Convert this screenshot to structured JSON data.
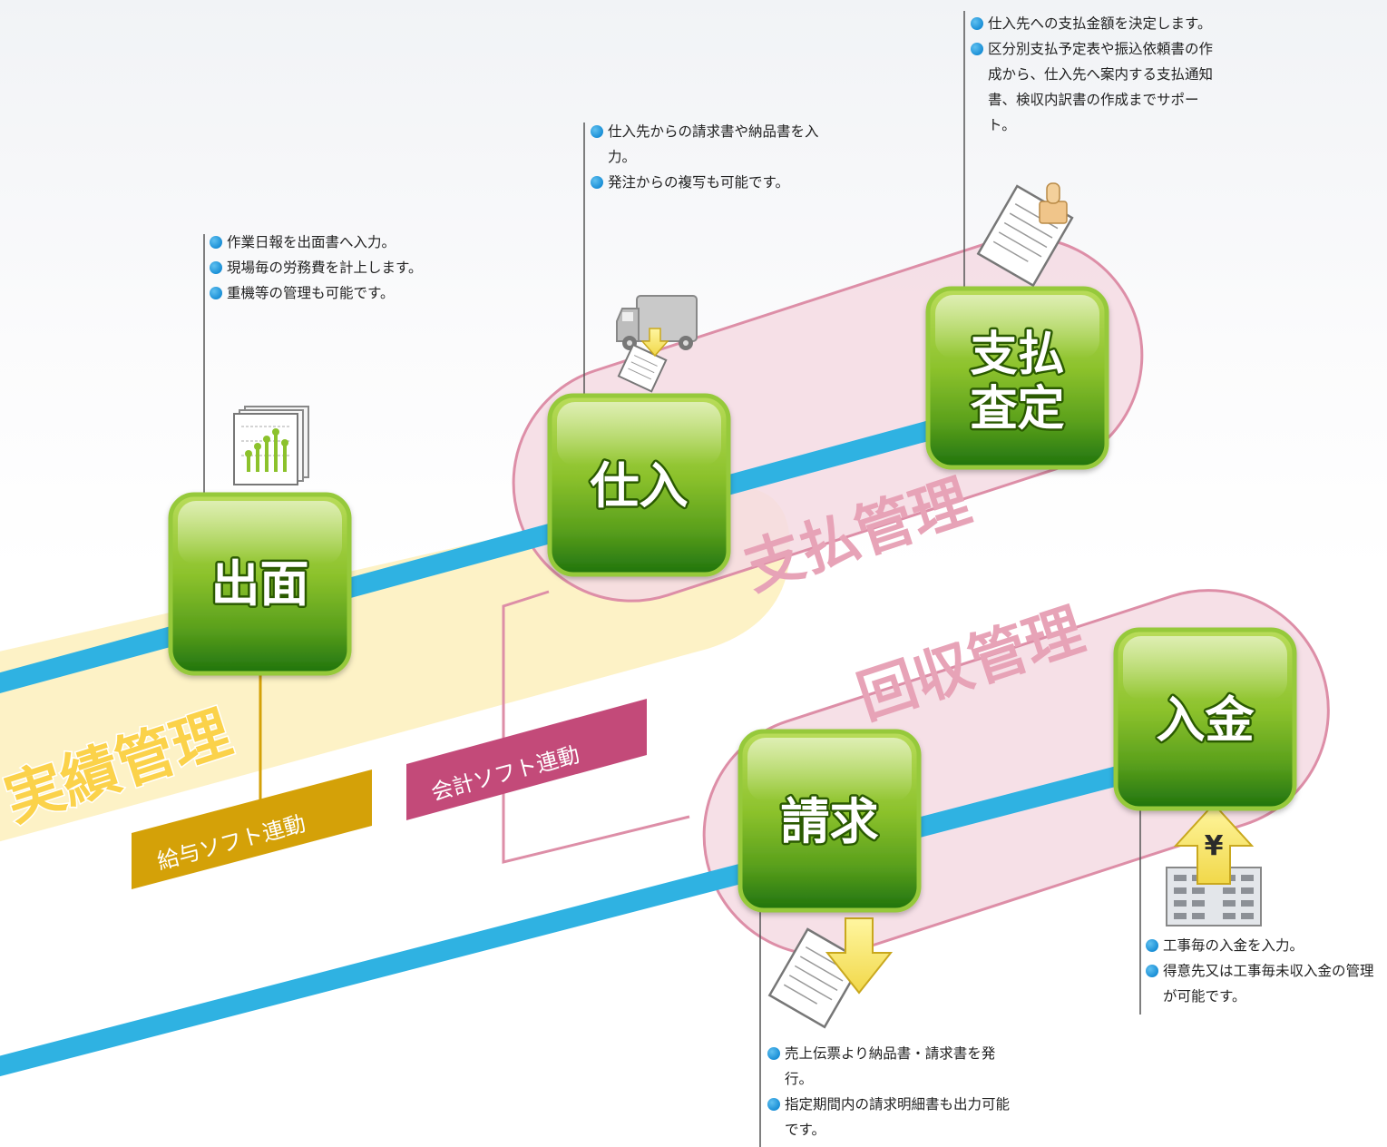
{
  "colors": {
    "flow_line": "#2fb2e2",
    "node_green_top": "#a6d03c",
    "node_green_bottom": "#217a10",
    "node_border": "#96c93a",
    "pink_zone_fill": "#f5dbe3",
    "pink_zone_stroke": "#dd8ea7",
    "yellow_band": "#fdf2c6",
    "gold_tag": "#d4a108",
    "magenta_tag": "#c34a79",
    "bullet": "#1a8fd6"
  },
  "nodes": {
    "demen": "出面",
    "shiire": "仕入",
    "shiharai_line1": "支払",
    "shiharai_line2": "査定",
    "seikyu": "請求",
    "nyukin": "入金"
  },
  "zones": {
    "jisseki": "実績管理",
    "shiharai": "支払管理",
    "kaishu": "回収管理"
  },
  "tags": {
    "kyuyo": "給与ソフト連動",
    "kaikei": "会計ソフト連動"
  },
  "descriptions": {
    "demen": [
      "作業日報を出面書へ入力。",
      "現場毎の労務費を計上します。",
      "重機等の管理も可能です。"
    ],
    "shiire": [
      "仕入先からの請求書や納品書を入力。",
      "発注からの複写も可能です。"
    ],
    "shiharai": [
      "仕入先への支払金額を決定します。",
      "区分別支払予定表や振込依頼書の作成から、仕入先へ案内する支払通知書、検収内訳書の作成までサポート。"
    ],
    "seikyu": [
      "売上伝票より納品書・請求書を発行。",
      "指定期間内の請求明細書も出力可能です。"
    ],
    "nyukin": [
      "工事毎の入金を入力。",
      "得意先又は工事毎未収入金の管理が可能です。"
    ]
  },
  "icons": {
    "demen": "bar-chart-document-icon",
    "shiire": "delivery-truck-icon",
    "shiharai": "seal-stamp-document-icon",
    "seikyu": "invoice-download-icon",
    "nyukin": "yen-building-icon"
  }
}
